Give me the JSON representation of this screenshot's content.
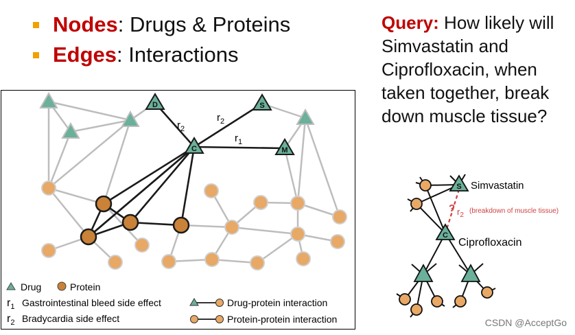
{
  "bullets": [
    {
      "keyword": "Nodes",
      "rest": ": Drugs & Proteins"
    },
    {
      "keyword": "Edges",
      "rest": ": Interactions"
    }
  ],
  "query": {
    "label": "Query:",
    "text": "How likely will Simvastatin and Ciprofloxacin, when taken together, break down muscle tissue?"
  },
  "graph": {
    "drug_letters": {
      "d": "D",
      "s": "S",
      "c": "C",
      "m": "M"
    },
    "edge_labels": {
      "cd": "r2",
      "cs": "r2",
      "cm": "r1"
    }
  },
  "legend": {
    "drug": "Drug",
    "protein": "Protein",
    "r1_sym": "r",
    "r1_sub": "1",
    "r1_text": "Gastrointestinal bleed side effect",
    "r2_sym": "r",
    "r2_sub": "2",
    "r2_text": "Bradycardia side effect",
    "dp": "Drug-protein interaction",
    "pp": "Protein-protein interaction"
  },
  "example": {
    "s_letter": "S",
    "c_letter": "C",
    "simvastatin": "Simvastatin",
    "ciprofloxacin": "Ciprofloxacin",
    "q_mark": "?",
    "r2_sym": "r",
    "r2_sub": "2",
    "r2_text": "(breakdown of muscle tissue)"
  },
  "watermark": "CSDN @AcceptGo",
  "colors": {
    "accent": "#c00000",
    "bullet": "#f0a000",
    "drug": "#6ab09a",
    "protein": "#e8a866",
    "protein_dark": "#c07a33"
  }
}
